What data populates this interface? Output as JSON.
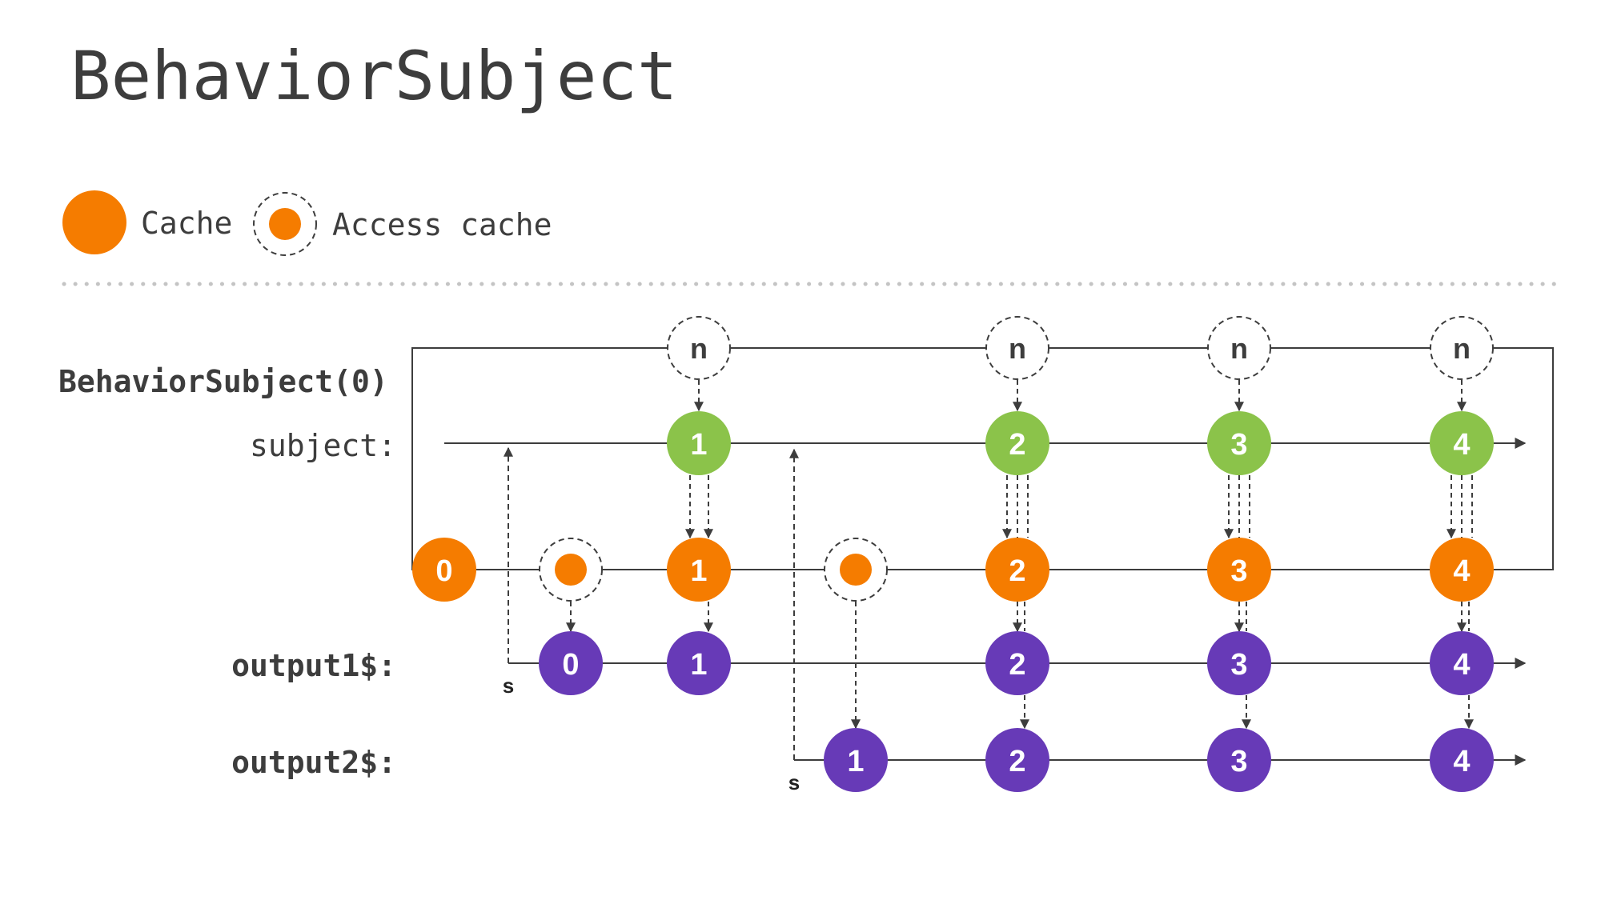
{
  "title": "BehaviorSubject",
  "legend": {
    "cache_label": "Cache",
    "access_cache_label": "Access cache"
  },
  "labels": {
    "constructor": "BehaviorSubject(0)",
    "subject": "subject:",
    "output1": "output1$:",
    "output2": "output2$:"
  },
  "colors": {
    "cache": "#f57c00",
    "subject": "#8bc34a",
    "output": "#673ab7",
    "line": "#3d3d3d",
    "text": "#3d3d3d"
  },
  "notify_symbol": "n",
  "subscribe_symbol": "s",
  "subject_values": [
    "1",
    "2",
    "3",
    "4"
  ],
  "cache_values": [
    "0",
    "1",
    "2",
    "3",
    "4"
  ],
  "output1_values": [
    "0",
    "1",
    "2",
    "3",
    "4"
  ],
  "output2_values": [
    "1",
    "2",
    "3",
    "4"
  ]
}
